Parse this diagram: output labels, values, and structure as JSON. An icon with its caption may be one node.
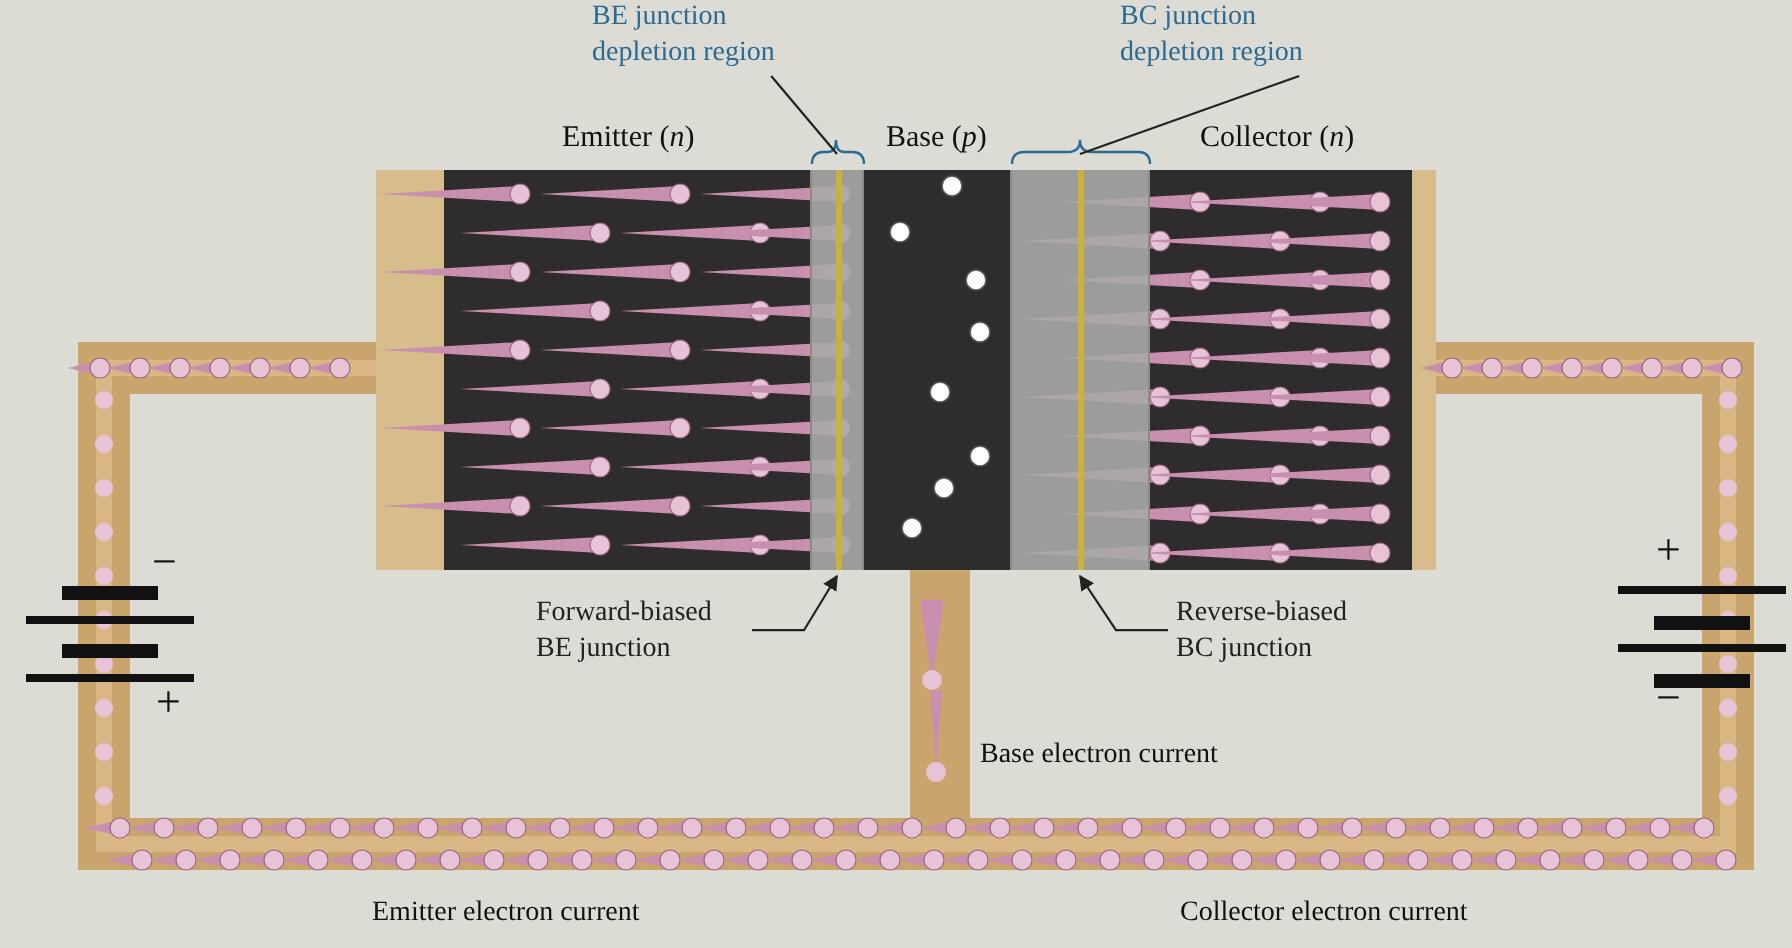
{
  "diagram": {
    "nodes": [
      {
        "text": [
          "BE junction depletion region"
        ]
      },
      {
        "text": [],
        "shape": "box"
      },
      {
        "text": [
          "BC junction depletion region"
        ]
      },
      {
        "text": [],
        "shape": "box"
      },
      {
        "text": [
          "Forward-biased BE junction"
        ]
      },
      {
        "text": [
          "Reverse-biased BC junction"
        ]
      }
    ],
    "edges": [
      {
        "from": 0,
        "to": 1,
        "arrow": "none"
      },
      {
        "from": 2,
        "to": 3,
        "arrow": "none"
      },
      {
        "from": 4,
        "to": 1,
        "arrow": "to"
      },
      {
        "from": 5,
        "to": 3,
        "arrow": "to"
      }
    ],
    "labels": [
      "Emitter (*n*)",
      "Base (*p*)",
      "Collector (*n*)",
      "−",
      "+",
      "+",
      "−",
      "Base electron current",
      "Emitter electron current",
      "Collector electron current"
    ]
  }
}
